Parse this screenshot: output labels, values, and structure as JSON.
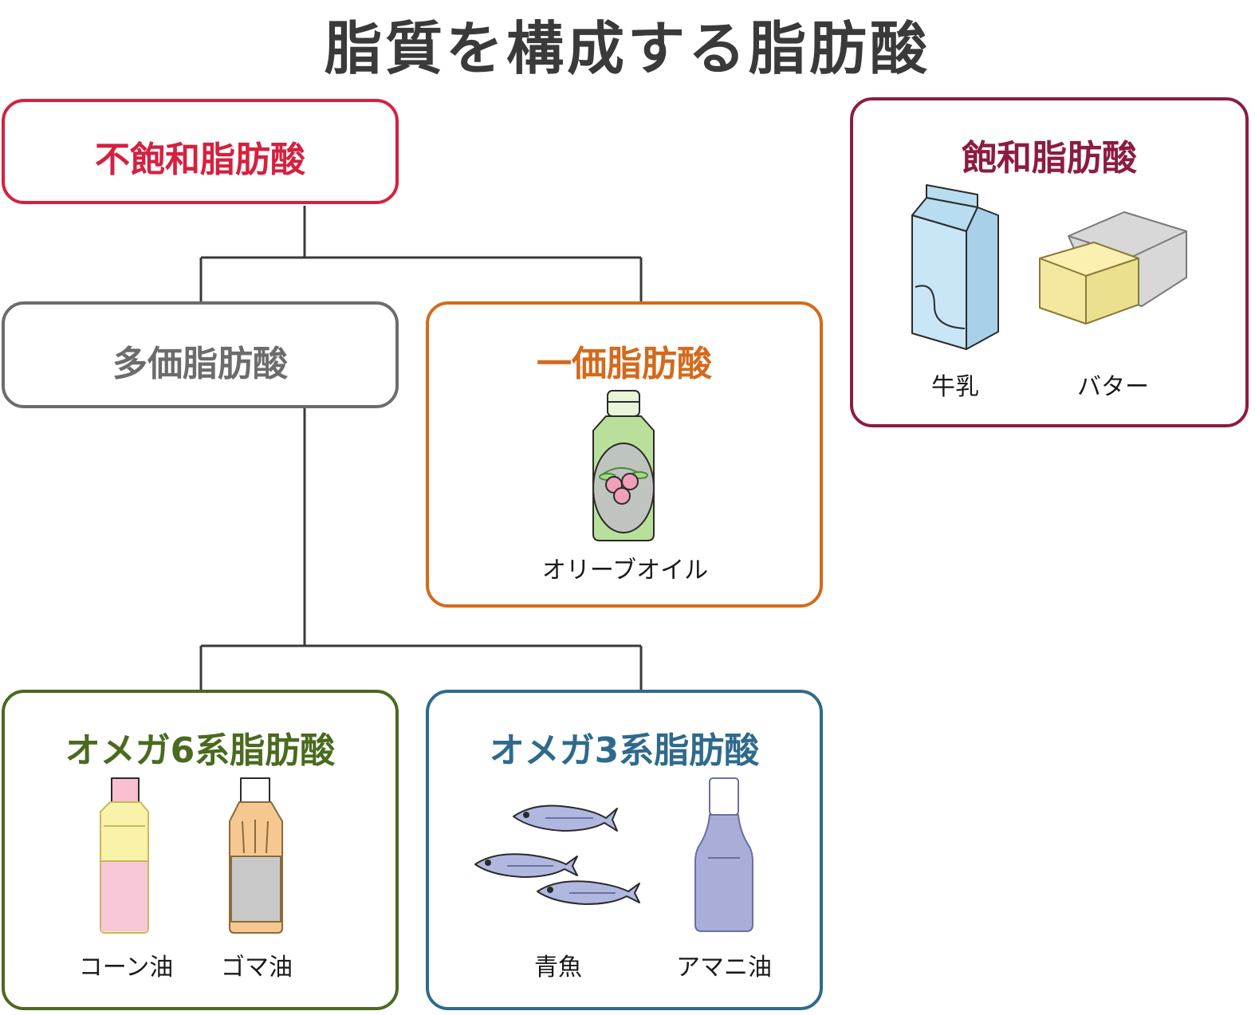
{
  "title": "脂質を構成する脂肪酸",
  "colors": {
    "unsaturated": "#d6203f",
    "polyunsaturated": "#6c6c6c",
    "monounsaturated": "#d46a1c",
    "omega6": "#4a6a1f",
    "omega3": "#2f6a8c",
    "saturated": "#8c1c3f",
    "connector": "#3a3a3a"
  },
  "unsaturated": {
    "label": "不飽和脂肪酸"
  },
  "polyunsaturated": {
    "label": "多価脂肪酸"
  },
  "monounsaturated": {
    "label": "一価脂肪酸",
    "items": [
      {
        "name": "オリーブオイル",
        "icon": "olive-oil-bottle-icon"
      }
    ]
  },
  "omega6": {
    "label": "オメガ6系脂肪酸",
    "items": [
      {
        "name": "コーン油",
        "icon": "corn-oil-bottle-icon"
      },
      {
        "name": "ゴマ油",
        "icon": "sesame-oil-bottle-icon"
      }
    ]
  },
  "omega3": {
    "label": "オメガ3系脂肪酸",
    "items": [
      {
        "name": "青魚",
        "icon": "fish-icon"
      },
      {
        "name": "アマニ油",
        "icon": "flaxseed-oil-bottle-icon"
      }
    ]
  },
  "saturated": {
    "label": "飽和脂肪酸",
    "items": [
      {
        "name": "牛乳",
        "icon": "milk-carton-icon"
      },
      {
        "name": "バター",
        "icon": "butter-icon"
      }
    ]
  }
}
